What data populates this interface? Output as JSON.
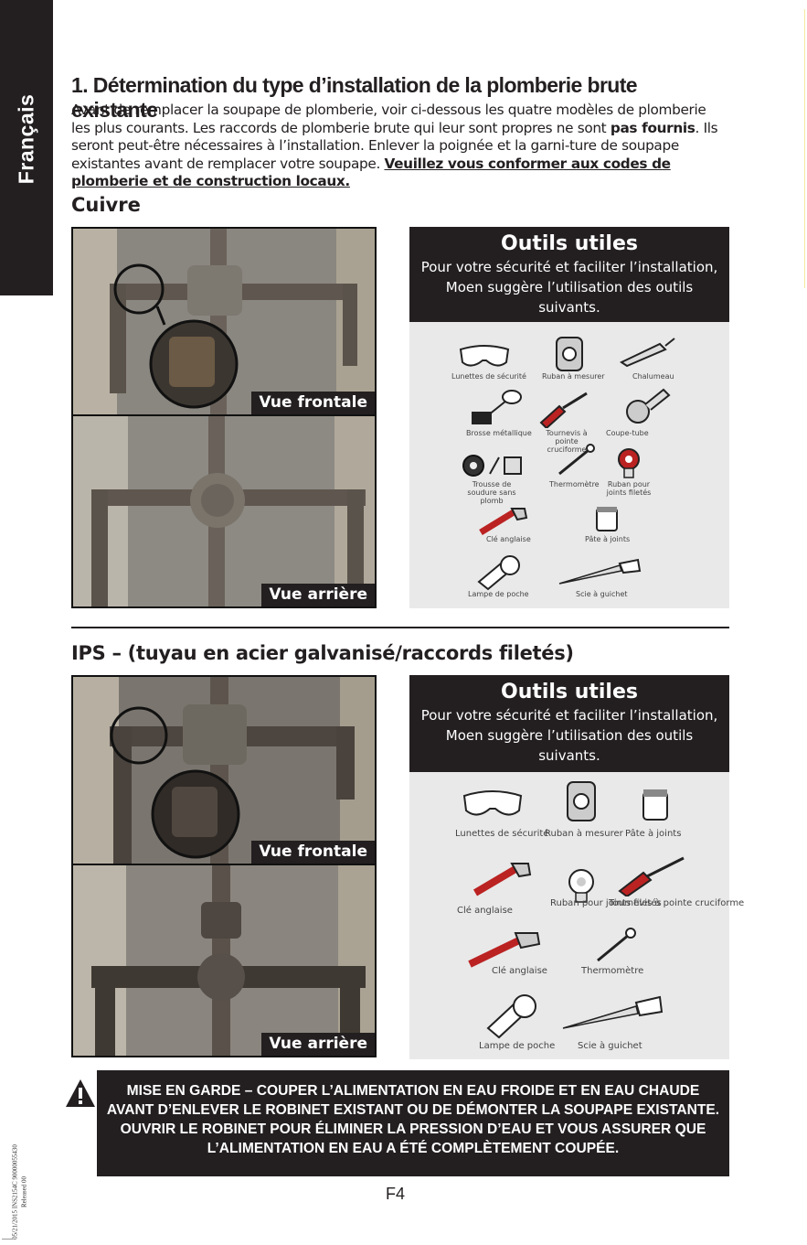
{
  "sidebar": {
    "language_tab": "Français"
  },
  "heading": "1. Détermination du type d’installation de la plomberie brute existante",
  "intro": {
    "part1": "Avant de remplacer la soupape de plomberie, voir ci-dessous les quatre modèles de plomberie les plus courants. Les raccords de plomberie brute qui leur sont propres ne sont ",
    "part2_bold": "pas fournis",
    "part3": ". Ils seront peut-être nécessaires à l’installation.  Enlever la poignée et la garni-ture de soupape existantes avant de remplacer votre soupape. ",
    "part4_bold_underline": "Veuillez vous conformer aux codes de plomberie et de construction locaux."
  },
  "sections": [
    {
      "title": "Cuivre",
      "front_label": "Vue frontale",
      "back_label": "Vue arrière",
      "tools_title": "Outils utiles",
      "tools_subtitle": "Pour votre sécurité et faciliter l’installation, Moen suggère l’utilisation des outils suivants.",
      "tools": [
        {
          "label": "Lunettes de sécurité",
          "icon": "safety-glasses-icon"
        },
        {
          "label": "Ruban à mesurer",
          "icon": "tape-measure-icon"
        },
        {
          "label": "Chalumeau",
          "icon": "torch-icon"
        },
        {
          "label": "Brosse métallique",
          "icon": "wire-brush-icon"
        },
        {
          "label": "Tournevis à pointe cruciforme",
          "icon": "phillips-screwdriver-icon"
        },
        {
          "label": "Coupe-tube",
          "icon": "tube-cutter-icon"
        },
        {
          "label": "Trousse de soudure sans plomb",
          "icon": "solder-kit-icon"
        },
        {
          "label": "Thermomètre",
          "icon": "thermometer-icon"
        },
        {
          "label": "Ruban pour joints filetés",
          "icon": "thread-tape-icon"
        },
        {
          "label": "Clé anglaise",
          "icon": "wrench-icon"
        },
        {
          "label": "Pâte à joints",
          "icon": "pipe-dope-icon"
        },
        {
          "label": "Lampe de poche",
          "icon": "flashlight-icon"
        },
        {
          "label": "Scie à guichet",
          "icon": "keyhole-saw-icon"
        }
      ]
    },
    {
      "title": "IPS – (tuyau en acier galvanisé/raccords filetés)",
      "front_label": "Vue frontale",
      "back_label": "Vue arrière",
      "tools_title": "Outils utiles",
      "tools_subtitle": "Pour votre sécurité et faciliter l’installation, Moen suggère l’utilisation des outils suivants.",
      "tools": [
        {
          "label": "Lunettes de sécurité",
          "icon": "safety-glasses-icon"
        },
        {
          "label": "Ruban à mesurer",
          "icon": "tape-measure-icon"
        },
        {
          "label": "Pâte à joints",
          "icon": "pipe-dope-icon"
        },
        {
          "label": "Clé anglaise",
          "icon": "wrench-icon"
        },
        {
          "label": "Ruban pour joints filetés",
          "icon": "thread-tape-icon"
        },
        {
          "label": "Tournevis à pointe cruciforme",
          "icon": "phillips-screwdriver-icon"
        },
        {
          "label": "Clé anglaise",
          "icon": "pipe-wrench-icon"
        },
        {
          "label": "Thermomètre",
          "icon": "thermometer-icon"
        },
        {
          "label": "Lampe de poche",
          "icon": "flashlight-icon"
        },
        {
          "label": "Scie à guichet",
          "icon": "keyhole-saw-icon"
        }
      ]
    }
  ],
  "warning": {
    "icon": "warning-triangle-icon",
    "text": "MISE EN GARDE – COUPER L’ALIMENTATION EN EAU FROIDE ET EN EAU CHAUDE AVANT D’ENLEVER LE ROBINET EXISTANT OU DE DÉMONTER LA SOUPAPE EXISTANTE. OUVRIR LE ROBINET POUR ÉLIMINER LA PRESSION D’EAU ET VOUS ASSURER QUE L’ALIMENTATION EN EAU A ÉTÉ COMPLÈTEMENT COUPÉE."
  },
  "footer": {
    "page_number": "F4",
    "doc_line1": "05/21/2015   INS2154C   90000055430",
    "doc_line2": "Released 00"
  }
}
